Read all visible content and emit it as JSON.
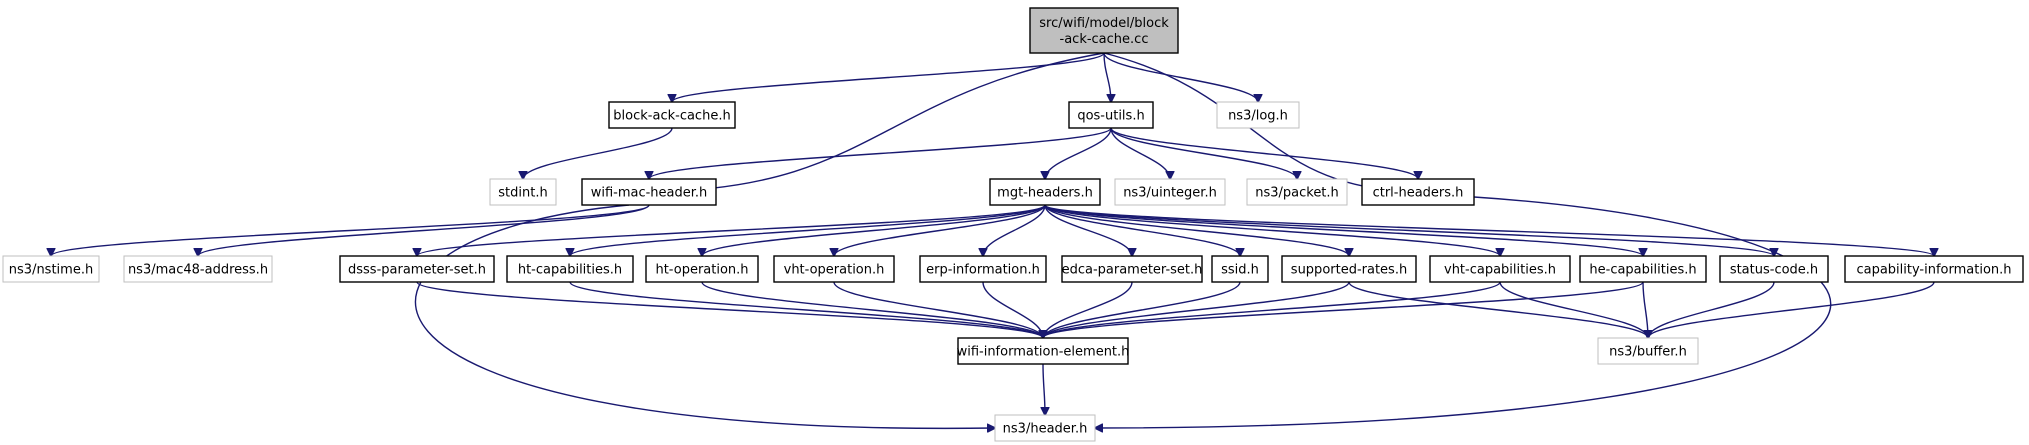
{
  "graph": {
    "nodes": [
      {
        "id": "root",
        "lines": [
          "src/wifi/model/block",
          "-ack-cache.cc"
        ],
        "kind": "root"
      },
      {
        "id": "block_ack_cache_h",
        "lines": [
          "block-ack-cache.h"
        ],
        "kind": "local"
      },
      {
        "id": "qos_utils_h",
        "lines": [
          "qos-utils.h"
        ],
        "kind": "local"
      },
      {
        "id": "ns3_log_h",
        "lines": [
          "ns3/log.h"
        ],
        "kind": "external"
      },
      {
        "id": "stdint_h",
        "lines": [
          "stdint.h"
        ],
        "kind": "external"
      },
      {
        "id": "wifi_mac_header_h",
        "lines": [
          "wifi-mac-header.h"
        ],
        "kind": "local"
      },
      {
        "id": "mgt_headers_h",
        "lines": [
          "mgt-headers.h"
        ],
        "kind": "local"
      },
      {
        "id": "ns3_uinteger_h",
        "lines": [
          "ns3/uinteger.h"
        ],
        "kind": "external"
      },
      {
        "id": "ns3_packet_h",
        "lines": [
          "ns3/packet.h"
        ],
        "kind": "external"
      },
      {
        "id": "ctrl_headers_h",
        "lines": [
          "ctrl-headers.h"
        ],
        "kind": "local"
      },
      {
        "id": "ns3_nstime_h",
        "lines": [
          "ns3/nstime.h"
        ],
        "kind": "external"
      },
      {
        "id": "ns3_mac48_address_h",
        "lines": [
          "ns3/mac48-address.h"
        ],
        "kind": "external"
      },
      {
        "id": "dsss_parameter_set_h",
        "lines": [
          "dsss-parameter-set.h"
        ],
        "kind": "local"
      },
      {
        "id": "ht_capabilities_h",
        "lines": [
          "ht-capabilities.h"
        ],
        "kind": "local"
      },
      {
        "id": "ht_operation_h",
        "lines": [
          "ht-operation.h"
        ],
        "kind": "local"
      },
      {
        "id": "vht_operation_h",
        "lines": [
          "vht-operation.h"
        ],
        "kind": "local"
      },
      {
        "id": "erp_information_h",
        "lines": [
          "erp-information.h"
        ],
        "kind": "local"
      },
      {
        "id": "edca_parameter_set_h",
        "lines": [
          "edca-parameter-set.h"
        ],
        "kind": "local"
      },
      {
        "id": "ssid_h",
        "lines": [
          "ssid.h"
        ],
        "kind": "local"
      },
      {
        "id": "supported_rates_h",
        "lines": [
          "supported-rates.h"
        ],
        "kind": "local"
      },
      {
        "id": "vht_capabilities_h",
        "lines": [
          "vht-capabilities.h"
        ],
        "kind": "local"
      },
      {
        "id": "he_capabilities_h",
        "lines": [
          "he-capabilities.h"
        ],
        "kind": "local"
      },
      {
        "id": "status_code_h",
        "lines": [
          "status-code.h"
        ],
        "kind": "local"
      },
      {
        "id": "capability_information_h",
        "lines": [
          "capability-information.h"
        ],
        "kind": "local"
      },
      {
        "id": "wifi_information_element_h",
        "lines": [
          "wifi-information-element.h"
        ],
        "kind": "local"
      },
      {
        "id": "ns3_buffer_h",
        "lines": [
          "ns3/buffer.h"
        ],
        "kind": "external"
      },
      {
        "id": "ns3_header_h",
        "lines": [
          "ns3/header.h"
        ],
        "kind": "external"
      }
    ],
    "edges": [
      [
        "root",
        "block_ack_cache_h"
      ],
      [
        "root",
        "wifi_mac_header_h"
      ],
      [
        "root",
        "qos_utils_h"
      ],
      [
        "root",
        "ctrl_headers_h"
      ],
      [
        "root",
        "ns3_log_h"
      ],
      [
        "block_ack_cache_h",
        "stdint_h"
      ],
      [
        "qos_utils_h",
        "wifi_mac_header_h"
      ],
      [
        "qos_utils_h",
        "mgt_headers_h"
      ],
      [
        "qos_utils_h",
        "ns3_uinteger_h"
      ],
      [
        "qos_utils_h",
        "ns3_packet_h"
      ],
      [
        "qos_utils_h",
        "ctrl_headers_h"
      ],
      [
        "wifi_mac_header_h",
        "ns3_nstime_h"
      ],
      [
        "wifi_mac_header_h",
        "ns3_mac48_address_h"
      ],
      [
        "wifi_mac_header_h",
        "ns3_header_h"
      ],
      [
        "ctrl_headers_h",
        "ns3_header_h"
      ],
      [
        "mgt_headers_h",
        "dsss_parameter_set_h"
      ],
      [
        "mgt_headers_h",
        "ht_capabilities_h"
      ],
      [
        "mgt_headers_h",
        "ht_operation_h"
      ],
      [
        "mgt_headers_h",
        "vht_operation_h"
      ],
      [
        "mgt_headers_h",
        "erp_information_h"
      ],
      [
        "mgt_headers_h",
        "edca_parameter_set_h"
      ],
      [
        "mgt_headers_h",
        "ssid_h"
      ],
      [
        "mgt_headers_h",
        "supported_rates_h"
      ],
      [
        "mgt_headers_h",
        "vht_capabilities_h"
      ],
      [
        "mgt_headers_h",
        "he_capabilities_h"
      ],
      [
        "mgt_headers_h",
        "status_code_h"
      ],
      [
        "mgt_headers_h",
        "capability_information_h"
      ],
      [
        "dsss_parameter_set_h",
        "wifi_information_element_h"
      ],
      [
        "ht_capabilities_h",
        "wifi_information_element_h"
      ],
      [
        "ht_operation_h",
        "wifi_information_element_h"
      ],
      [
        "vht_operation_h",
        "wifi_information_element_h"
      ],
      [
        "erp_information_h",
        "wifi_information_element_h"
      ],
      [
        "edca_parameter_set_h",
        "wifi_information_element_h"
      ],
      [
        "ssid_h",
        "wifi_information_element_h"
      ],
      [
        "supported_rates_h",
        "wifi_information_element_h"
      ],
      [
        "supported_rates_h",
        "ns3_buffer_h"
      ],
      [
        "vht_capabilities_h",
        "wifi_information_element_h"
      ],
      [
        "vht_capabilities_h",
        "ns3_buffer_h"
      ],
      [
        "he_capabilities_h",
        "wifi_information_element_h"
      ],
      [
        "he_capabilities_h",
        "ns3_buffer_h"
      ],
      [
        "status_code_h",
        "ns3_buffer_h"
      ],
      [
        "capability_information_h",
        "ns3_buffer_h"
      ],
      [
        "wifi_information_element_h",
        "ns3_header_h"
      ]
    ]
  }
}
